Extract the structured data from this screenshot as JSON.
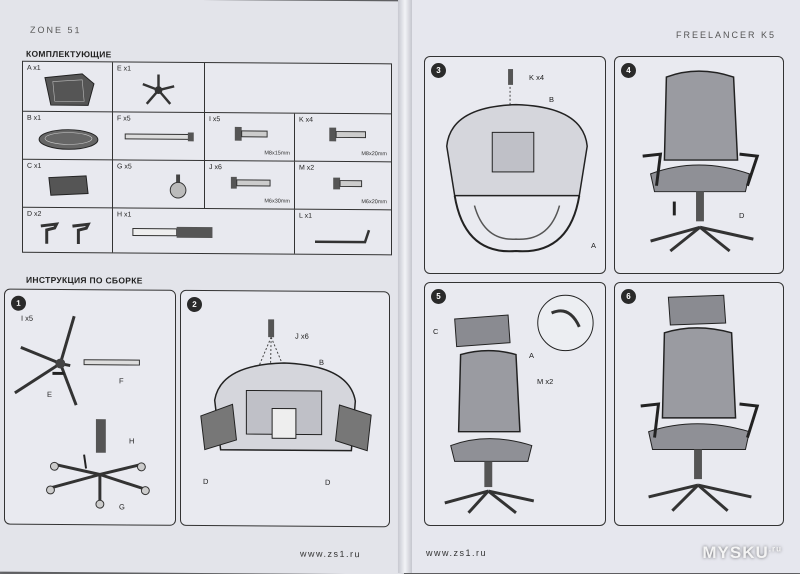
{
  "left_page": {
    "brand": "ZONE 51",
    "parts_title": "КОМПЛЕКТУЮЩИЕ",
    "assembly_title": "ИНСТРУКЦИЯ ПО СБОРКЕ",
    "url": "www.zs1.ru",
    "parts": [
      {
        "id": "a",
        "label": "A x1",
        "dim": ""
      },
      {
        "id": "e",
        "label": "E x1",
        "dim": ""
      },
      {
        "id": "b",
        "label": "B x1",
        "dim": ""
      },
      {
        "id": "f",
        "label": "F x5",
        "dim": ""
      },
      {
        "id": "i",
        "label": "I x5",
        "dim": "M8x15mm"
      },
      {
        "id": "k",
        "label": "K x4",
        "dim": "M8x20mm"
      },
      {
        "id": "c",
        "label": "C x1",
        "dim": ""
      },
      {
        "id": "g",
        "label": "G x5",
        "dim": ""
      },
      {
        "id": "j",
        "label": "J x6",
        "dim": "M6x30mm"
      },
      {
        "id": "m",
        "label": "M x2",
        "dim": "M6x20mm"
      },
      {
        "id": "d",
        "label": "D x2",
        "dim": ""
      },
      {
        "id": "h",
        "label": "H x1",
        "dim": ""
      },
      {
        "id": "l",
        "label": "L x1",
        "dim": ""
      }
    ],
    "steps": [
      {
        "number": "1",
        "labels": [
          "I x5",
          "E",
          "F",
          "H",
          "G"
        ]
      },
      {
        "number": "2",
        "labels": [
          "J x6",
          "B",
          "D",
          "D"
        ]
      }
    ]
  },
  "right_page": {
    "model": "FREELANCER K5",
    "url": "www.zs1.ru",
    "steps": [
      {
        "number": "3",
        "labels": [
          "K x4",
          "B",
          "A"
        ]
      },
      {
        "number": "4",
        "labels": [
          "D"
        ]
      },
      {
        "number": "5",
        "labels": [
          "C",
          "A",
          "M x2"
        ]
      },
      {
        "number": "6",
        "labels": []
      }
    ]
  },
  "watermark": {
    "text": "MYSKU",
    "suffix": ".ru"
  },
  "colors": {
    "paper": "#e3e4ea",
    "ink": "#2a2a2a",
    "background": "#6f7073"
  }
}
